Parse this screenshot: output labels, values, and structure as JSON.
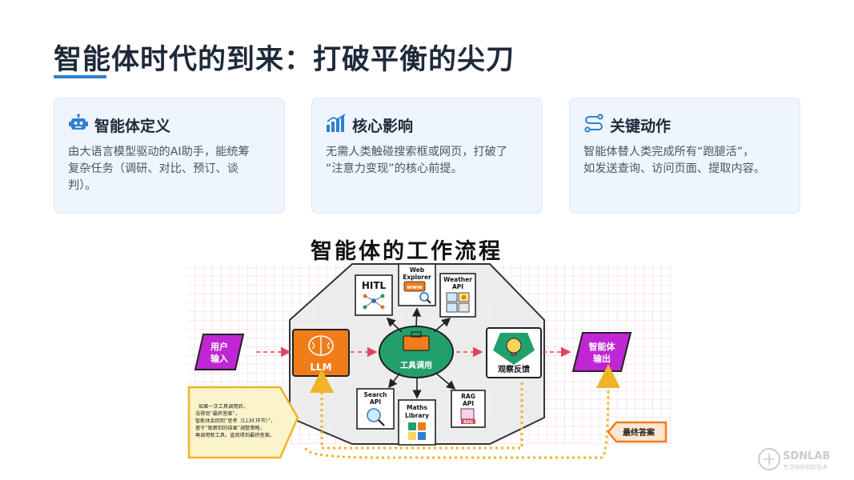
{
  "page": {
    "title": "智能体时代的到来：打破平衡的尖刀"
  },
  "cards": [
    {
      "icon": "robot-icon",
      "title": "智能体定义",
      "lines": [
        "由大语言模型驱动的AI助手，能统筹",
        "复杂任务（调研、对比、预订、谈",
        "判）。"
      ]
    },
    {
      "icon": "bar-chart-icon",
      "title": "核心影响",
      "lines": [
        "无需人类触碰搜索框或网页，打破了",
        "“注意力变现”的核心前提。"
      ]
    },
    {
      "icon": "route-icon",
      "title": "关键动作",
      "lines": [
        "智能体替人类完成所有“跑腿活”，",
        "如发送查询、访问页面、提取内容。"
      ]
    }
  ],
  "diagram": {
    "title": "智能体的工作流程",
    "user_input": [
      "用户",
      "输入"
    ],
    "llm": "LLM",
    "tool_call": "工具调用",
    "observe": "观察反馈",
    "agent_output": [
      "智能体",
      "输出"
    ],
    "tools": {
      "hitl": "HITL",
      "web_explorer": [
        "Web",
        "Explorer"
      ],
      "weather_api": [
        "Weather",
        "API"
      ],
      "search_api": [
        "Search",
        "API"
      ],
      "maths_library": [
        "Maths",
        "Library"
      ],
      "rag_api": [
        "RAG",
        "API"
      ]
    },
    "www": "www",
    "rag_tag": "RAG",
    "final_answer": "最终答案",
    "note": [
      "如果一次工具调用后，",
      "没得到“最终答案”，",
      "智能体会回到“思考（LLM 环节）”，",
      "基于“观察到的结果”调整策略，",
      "再调用新工具，直到得到最终答案。"
    ]
  },
  "watermark": {
    "brand": "SDNLAB",
    "tagline": "专注网络创新技术"
  },
  "colors": {
    "accent": "#2f7fd1",
    "card_bg": "#eef5fc",
    "purple": "#c026d3",
    "orange": "#f07d1a",
    "green": "#22a06b",
    "red_arrow": "#e0445f",
    "yellow": "#f6d55c",
    "note_bg": "#fbf3c9"
  }
}
